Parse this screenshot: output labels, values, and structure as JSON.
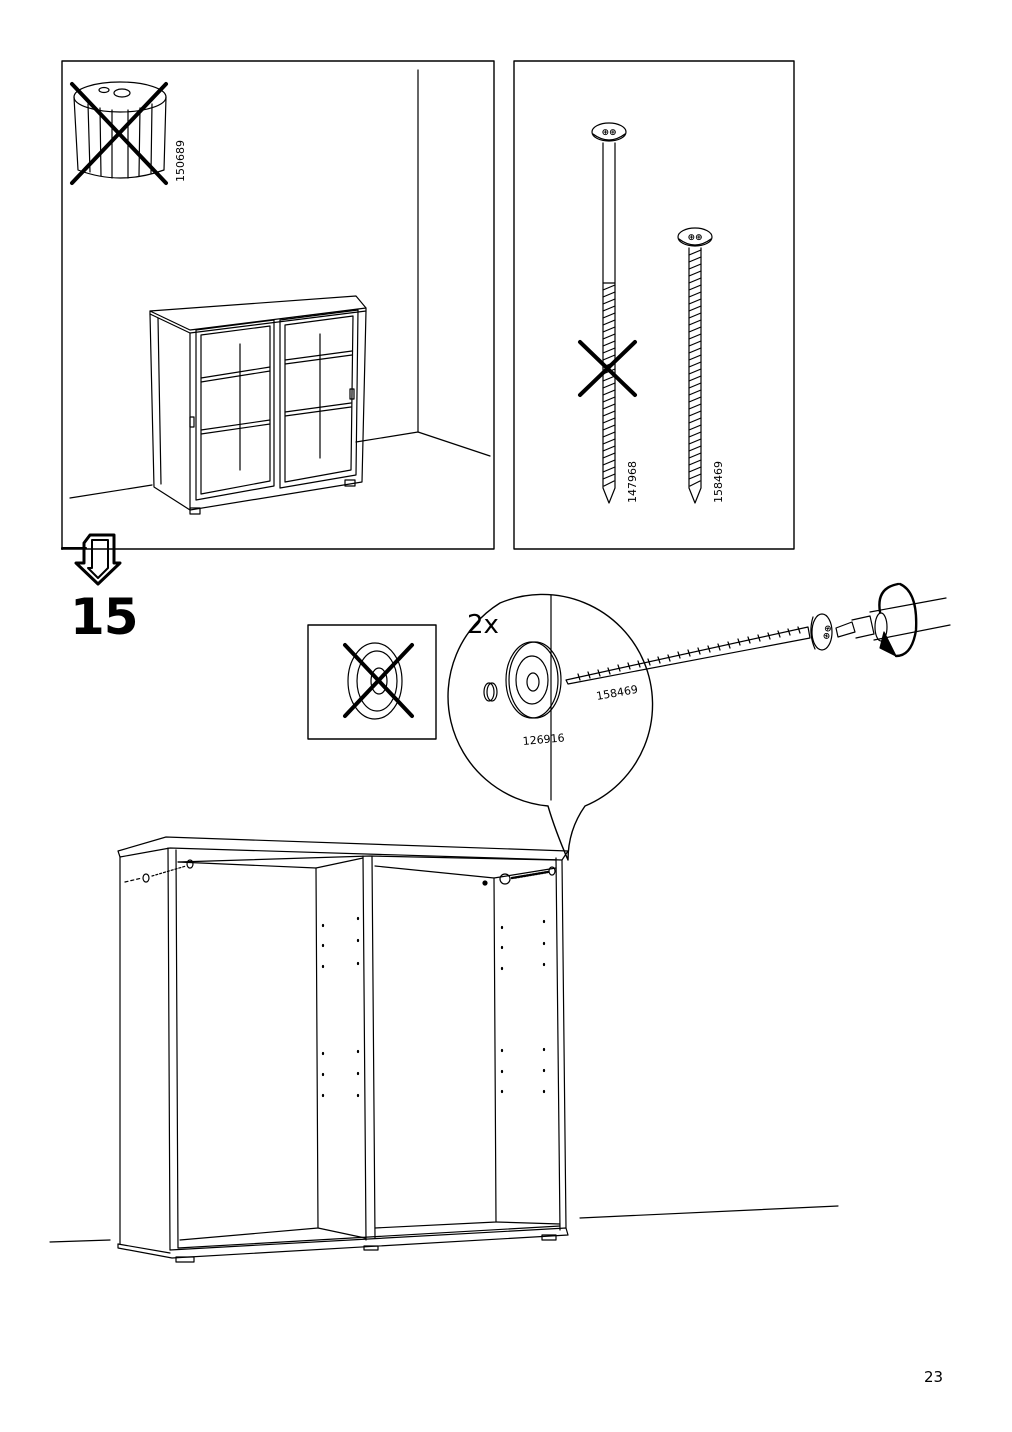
{
  "step": {
    "number": "15"
  },
  "page": {
    "number": "23"
  },
  "panels": {
    "wall_plug_part": "150689",
    "long_screw_part": "147968",
    "short_screw_part": "158469"
  },
  "detail": {
    "quantity": "2x",
    "screw_part": "158469",
    "washer_part": "126916"
  }
}
